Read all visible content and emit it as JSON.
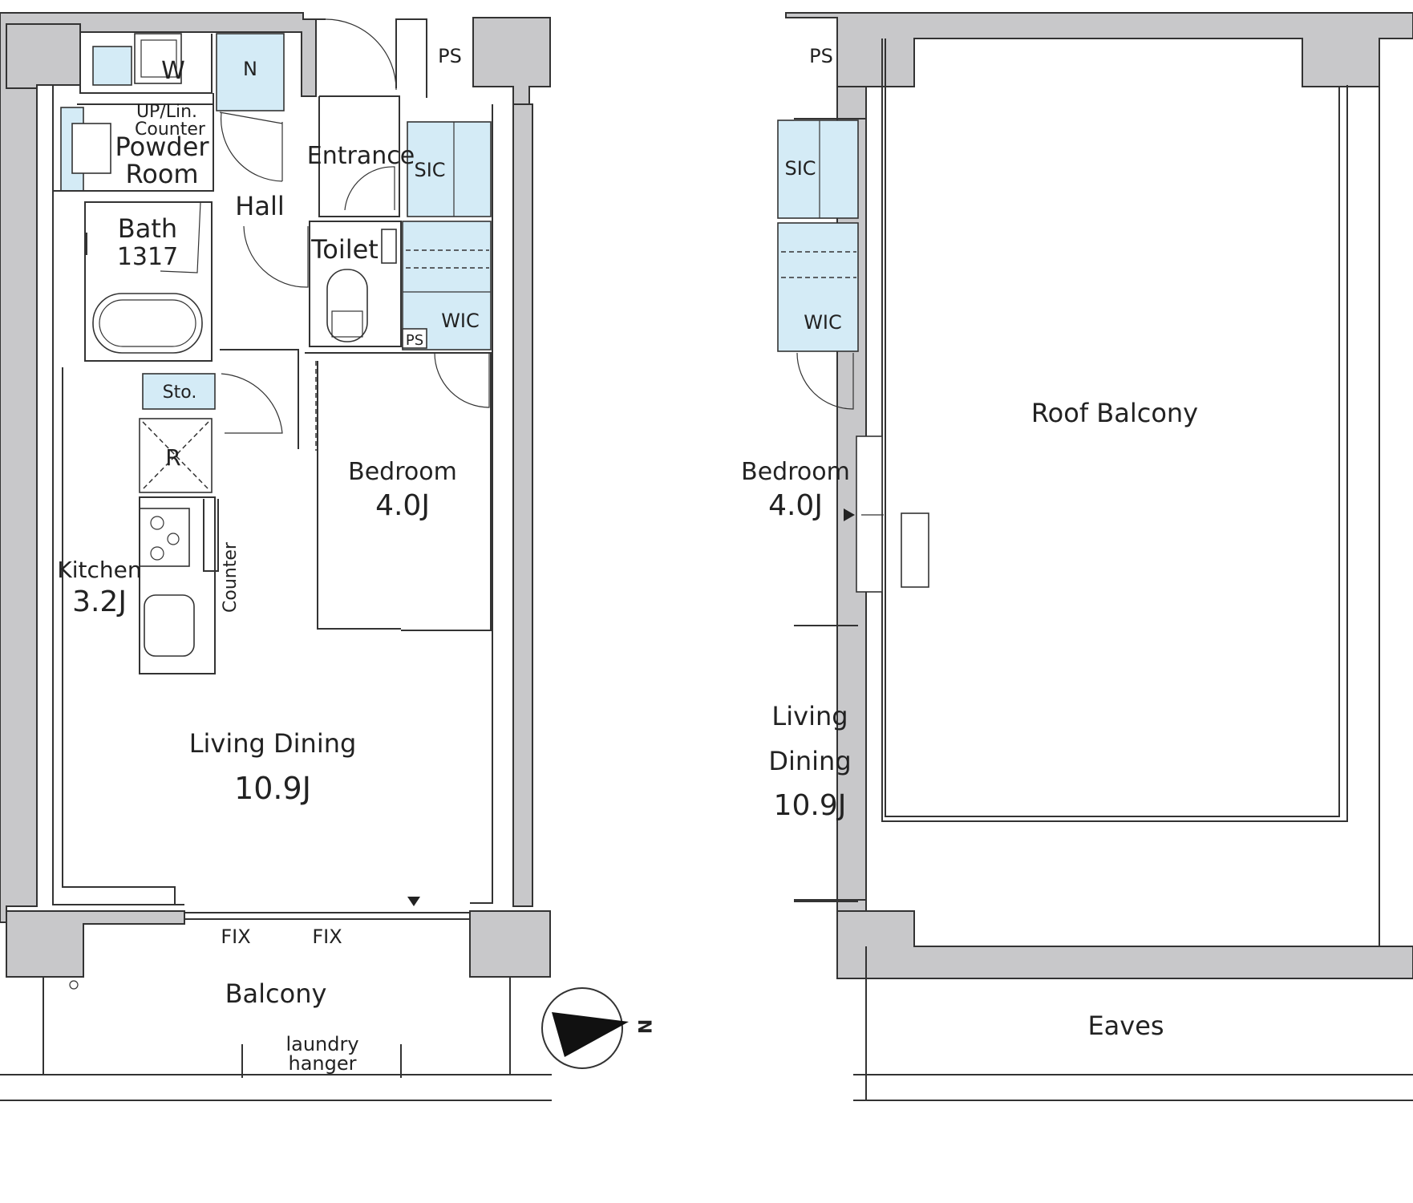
{
  "colors": {
    "wall": "#c8c8ca",
    "storage": "#d4ebf6",
    "line": "#333333"
  },
  "floor1": {
    "washer": "W",
    "utility": "UP/Lin.",
    "utility_counter": "Counter",
    "powder_room": "Powder\nRoom",
    "powder_room_l1": "Powder",
    "powder_room_l2": "Room",
    "niche": "N",
    "ps_top": "PS",
    "entrance": "Entrance",
    "sic": "SIC",
    "hall": "Hall",
    "bath": "Bath",
    "bath_size": "1317",
    "toilet": "Toilet",
    "wic": "WIC",
    "ps_small": "PS",
    "storage": "Sto.",
    "refrigerator": "R",
    "counter_vertical": "Counter",
    "kitchen": "Kitchen",
    "kitchen_size": "3.2J",
    "bedroom": "Bedroom",
    "bedroom_size": "4.0J",
    "living": "Living Dining",
    "living_size": "10.9J",
    "fix_left": "FIX",
    "fix_right": "FIX",
    "balcony": "Balcony",
    "laundry_l1": "laundry",
    "laundry_l2": "hanger"
  },
  "compass": {
    "north": "N"
  },
  "floor2": {
    "ps": "PS",
    "sic": "SIC",
    "wic": "WIC",
    "bedroom": "Bedroom",
    "bedroom_size": "4.0J",
    "living_l1": "Living",
    "living_l2": "Dining",
    "living_size": "10.9J",
    "roof_balcony": "Roof Balcony",
    "eaves": "Eaves"
  }
}
